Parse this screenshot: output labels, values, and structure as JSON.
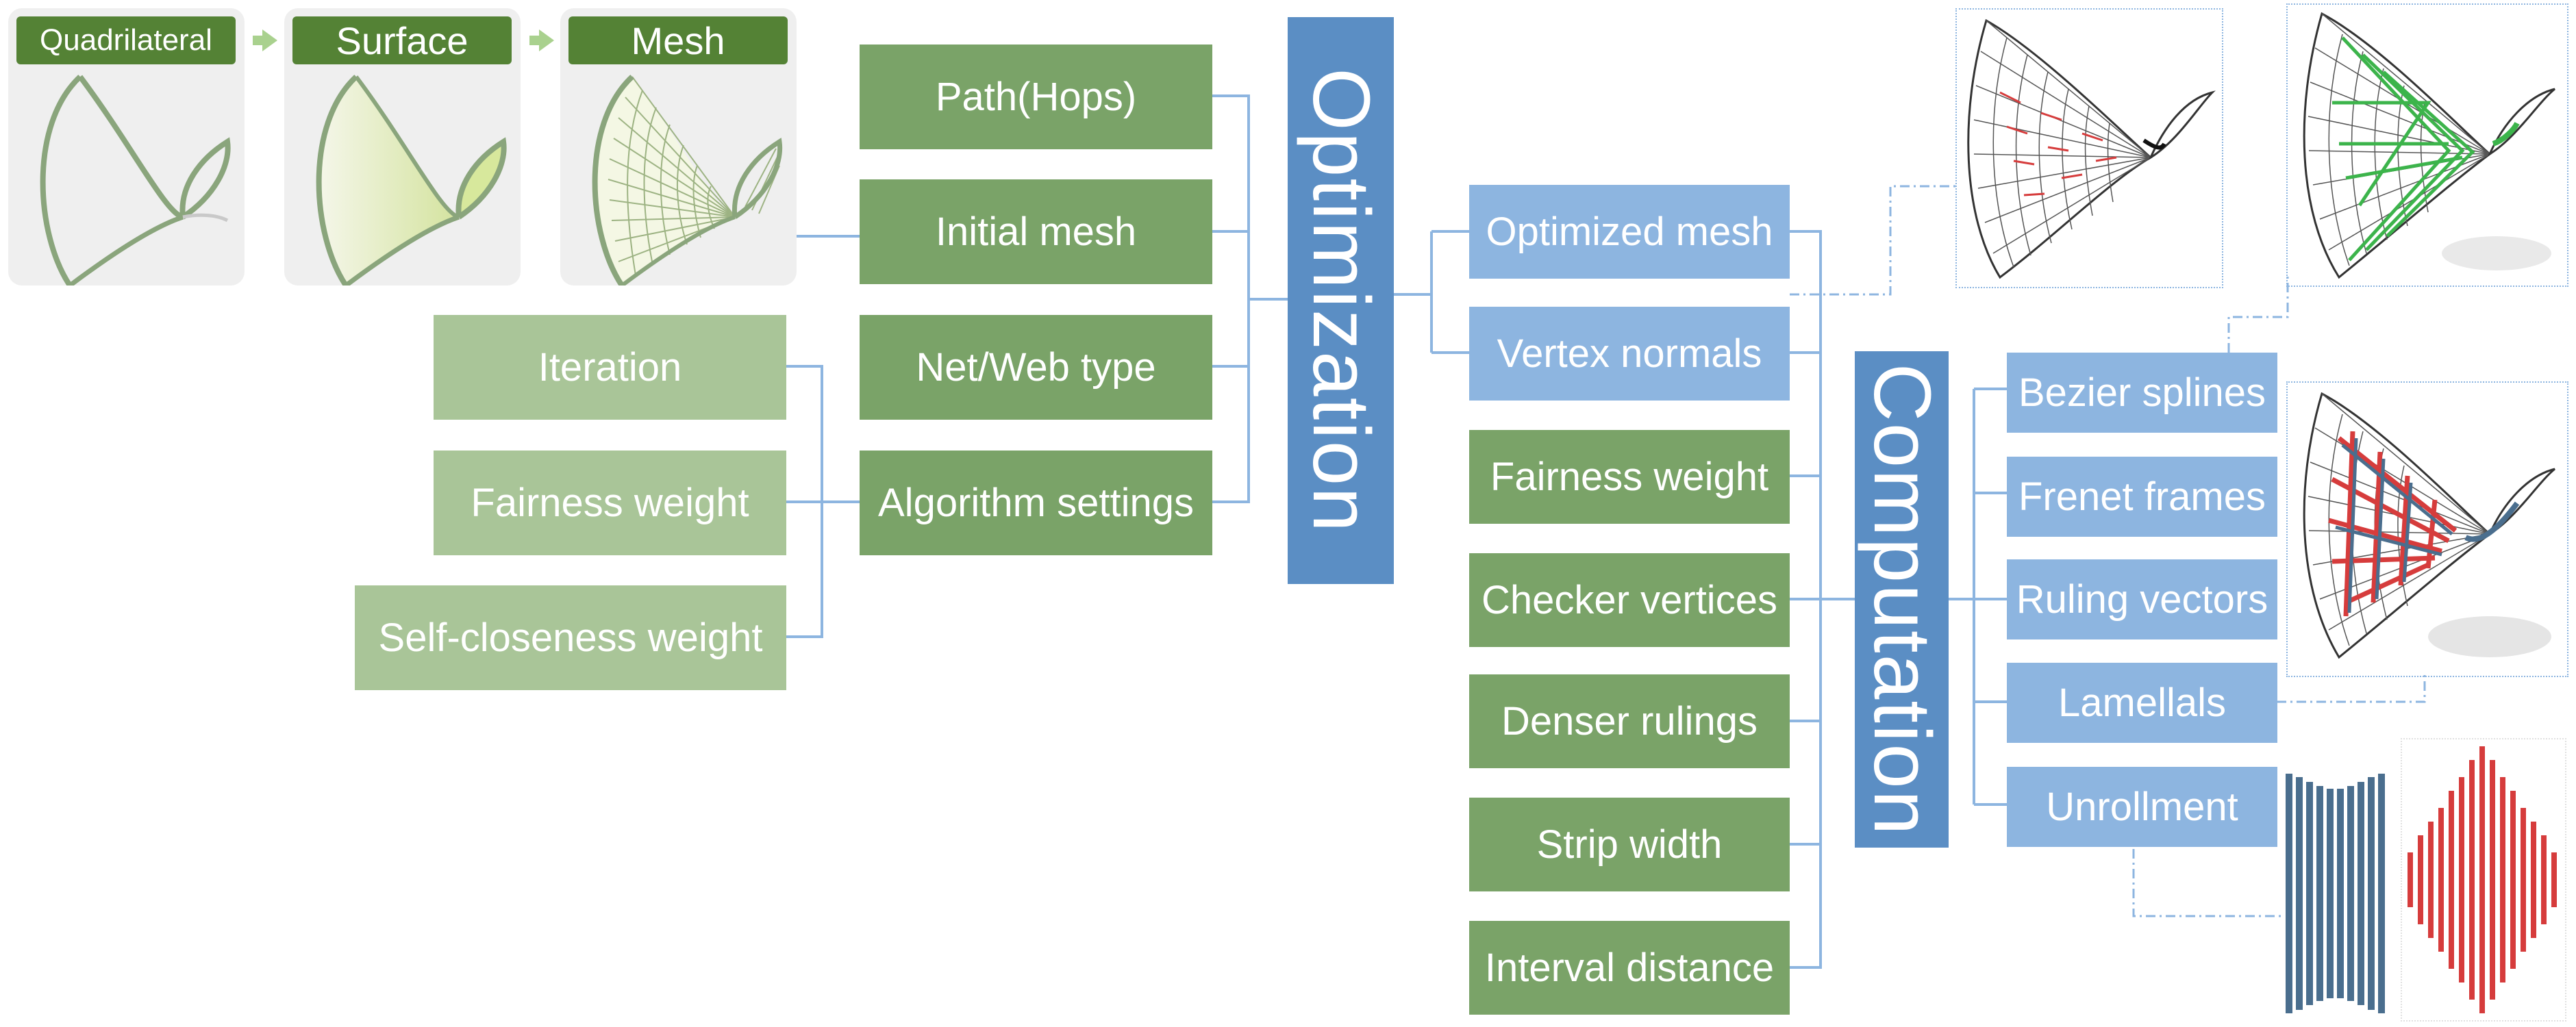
{
  "thumbnails": [
    {
      "label": "Quadrilateral"
    },
    {
      "label": "Surface"
    },
    {
      "label": "Mesh"
    }
  ],
  "hubs": {
    "optimization": "Optimization",
    "computation": "Computation"
  },
  "settings": [
    "Iteration",
    "Fairness weight",
    "Self-closeness weight"
  ],
  "optimization_inputs": [
    "Path(Hops)",
    "Initial mesh",
    "Net/Web type",
    "Algorithm settings"
  ],
  "optimization_outputs": [
    "Optimized mesh",
    "Vertex normals",
    "Fairness weight",
    "Checker vertices",
    "Denser rulings",
    "Strip width",
    "Interval distance"
  ],
  "computation_outputs": [
    "Bezier splines",
    "Frenet frames",
    "Ruling vectors",
    "Lamellals",
    "Unrollment"
  ],
  "colors": {
    "dark_green": "#7aa368",
    "light_green": "#a9c598",
    "light_blue": "#8db5e0",
    "hub_blue": "#5b8ec4",
    "label_green": "#548235",
    "mesh_red": "#d63c3c",
    "mesh_green": "#3cb44b",
    "strip_blue": "#4a6e8e"
  },
  "icons": [
    "right-arrow-icon",
    "surface-render-icon",
    "mesh-render-icon",
    "unrolled-strips-icon"
  ]
}
